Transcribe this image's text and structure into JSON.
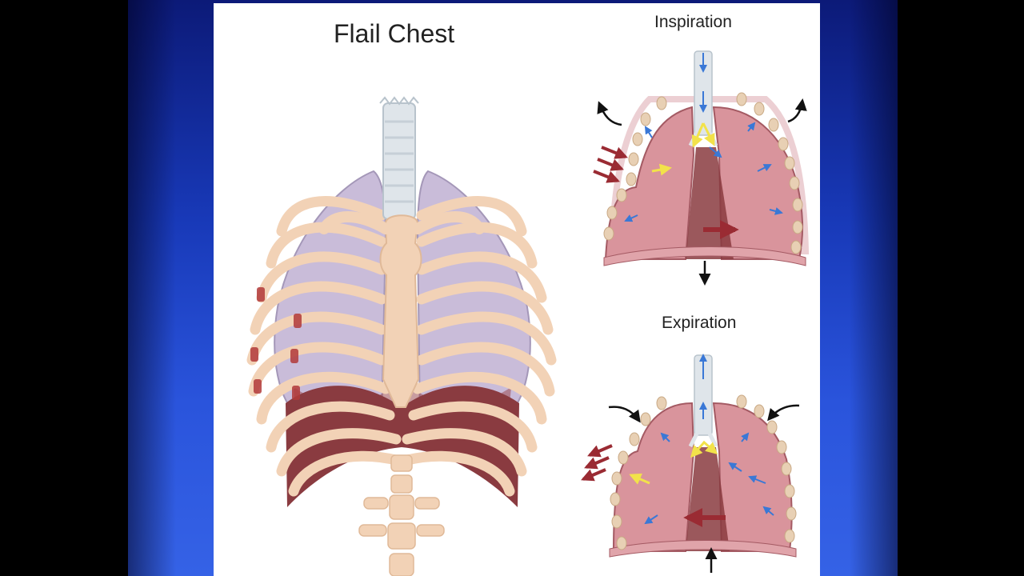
{
  "diagram": {
    "title": "Flail Chest",
    "labels": {
      "inspiration": "Inspiration",
      "expiration": "Expiration"
    },
    "colors": {
      "background_blue": "#1f44c8",
      "lung_pink": "#d9949c",
      "rib_bone": "#f2d2b6",
      "diaphragm": "#8a3b40",
      "air_arrow_blue": "#3a78d6",
      "flail_arrow_red": "#9a2b33",
      "trachea_air_yellow": "#f2e24a"
    }
  }
}
